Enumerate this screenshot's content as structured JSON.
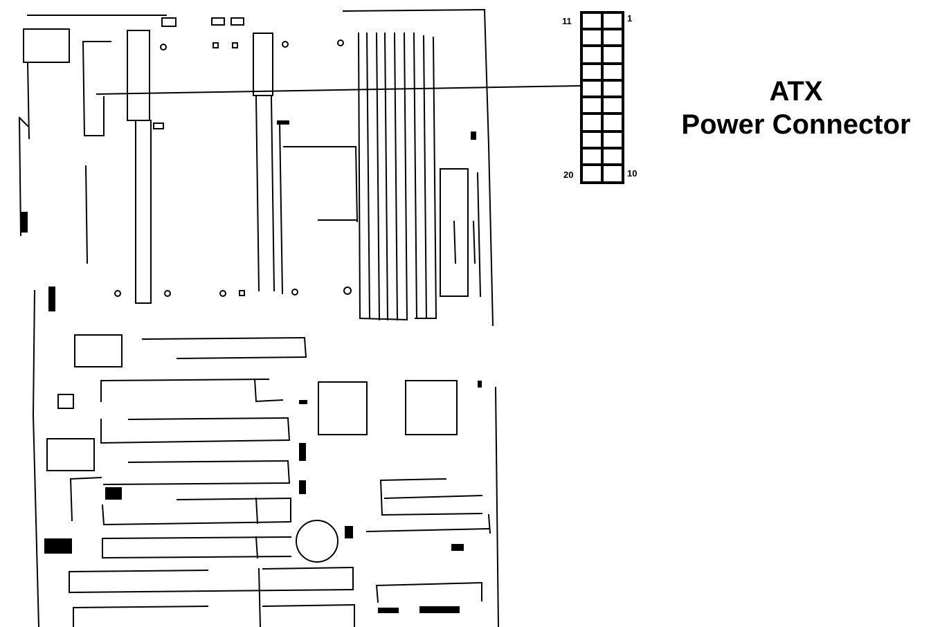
{
  "connector": {
    "title_line1": "ATX",
    "title_line2": "Power Connector",
    "pin_labels": {
      "top_left": "11",
      "top_right": "1",
      "bottom_left": "20",
      "bottom_right": "10"
    }
  }
}
